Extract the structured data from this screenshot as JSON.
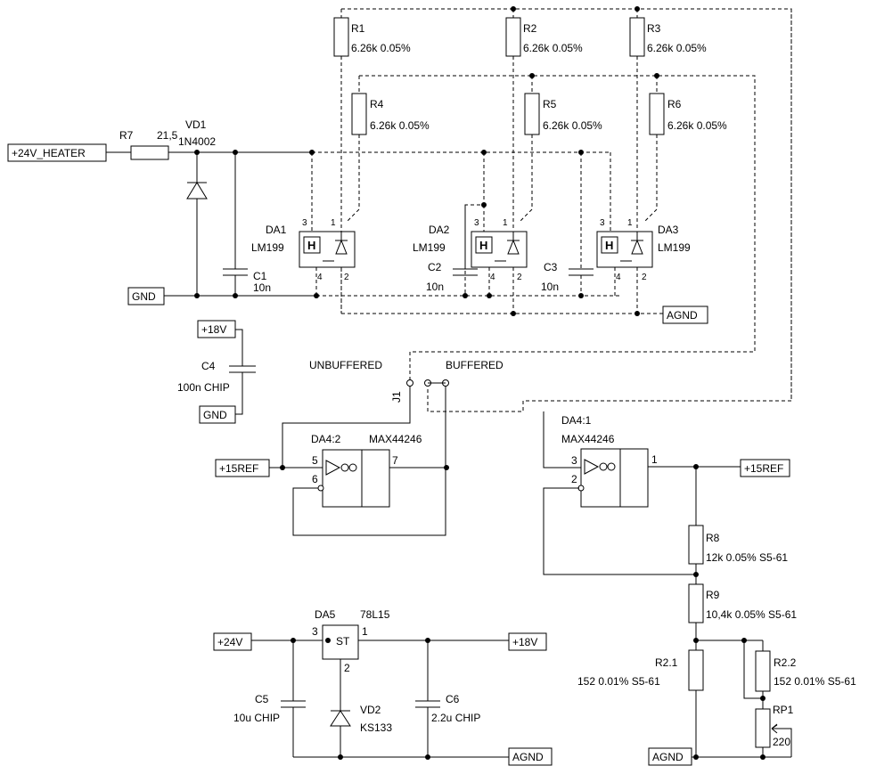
{
  "nets": {
    "heater": "+24V_HEATER",
    "gnd1": "GND",
    "gnd2": "GND",
    "p18a": "+18V",
    "p18b": "+18V",
    "agnd1": "AGND",
    "agnd2": "AGND",
    "agnd3": "AGND",
    "p15ref1": "+15REF",
    "p15ref2": "+15REF",
    "p24": "+24V"
  },
  "parts": {
    "r7": {
      "ref": "R7",
      "value": "21,5"
    },
    "vd1": {
      "ref": "VD1",
      "value": "1N4002"
    },
    "r1": {
      "ref": "R1",
      "value": "6.26k 0.05%"
    },
    "r2": {
      "ref": "R2",
      "value": "6.26k 0.05%"
    },
    "r3": {
      "ref": "R3",
      "value": "6.26k 0.05%"
    },
    "r4": {
      "ref": "R4",
      "value": "6.26k 0.05%"
    },
    "r5": {
      "ref": "R5",
      "value": "6.26k 0.05%"
    },
    "r6": {
      "ref": "R6",
      "value": "6.26k 0.05%"
    },
    "da1": {
      "ref": "DA1",
      "value": "LM199"
    },
    "da2": {
      "ref": "DA2",
      "value": "LM199"
    },
    "da3": {
      "ref": "DA3",
      "value": "LM199"
    },
    "c1": {
      "ref": "C1",
      "value": "10n"
    },
    "c2": {
      "ref": "C2",
      "value": "10n"
    },
    "c3": {
      "ref": "C3",
      "value": "10n"
    },
    "c4": {
      "ref": "C4",
      "value": "100n CHIP"
    },
    "j1": {
      "ref": "J1"
    },
    "da4_2": {
      "ref": "DA4:2",
      "value": "MAX44246"
    },
    "da4_1": {
      "ref": "DA4:1",
      "value": "MAX44246"
    },
    "r8": {
      "ref": "R8",
      "value": "12k 0.05% S5-61"
    },
    "r9": {
      "ref": "R9",
      "value": "10,4k 0.05% S5-61"
    },
    "r2_1": {
      "ref": "R2.1",
      "value": "152 0.01% S5-61"
    },
    "r2_2": {
      "ref": "R2.2",
      "value": "152 0.01% S5-61"
    },
    "rp1": {
      "ref": "RP1",
      "value": "220"
    },
    "da5": {
      "ref": "DA5",
      "value": "78L15",
      "body": "ST"
    },
    "vd2": {
      "ref": "VD2",
      "value": "KS133"
    },
    "c5": {
      "ref": "C5",
      "value": "10u CHIP"
    },
    "c6": {
      "ref": "C6",
      "value": "2.2u CHIP"
    }
  },
  "labels": {
    "unbuffered": "UNBUFFERED",
    "buffered": "BUFFERED"
  },
  "pins": {
    "ref_h3": "3",
    "ref_h1": "1",
    "ref_h4": "4",
    "ref_h2": "2",
    "op2_in_p": "5",
    "op2_in_n": "6",
    "op2_out": "7",
    "op1_in_p": "3",
    "op1_in_n": "2",
    "op1_out": "1",
    "reg_in": "3",
    "reg_out": "1",
    "reg_gnd": "2",
    "heater_glyph": "H"
  }
}
